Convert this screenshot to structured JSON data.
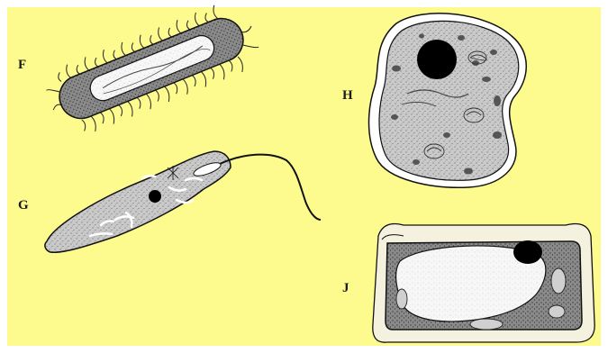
{
  "colors": {
    "background": "#fdfb8d",
    "cytoplasm": "#c8c8c8",
    "outline": "#111111",
    "vacuole": "#ffffff",
    "nucleus": "#000000",
    "wall": "#f2f2dc"
  },
  "labels": {
    "f": "F",
    "g": "G",
    "h": "H",
    "j": "J"
  },
  "cells": [
    {
      "letter": "F",
      "kind": "bacterium"
    },
    {
      "letter": "G",
      "kind": "flagellate protist"
    },
    {
      "letter": "H",
      "kind": "animal-like cell"
    },
    {
      "letter": "J",
      "kind": "plant cell"
    }
  ]
}
